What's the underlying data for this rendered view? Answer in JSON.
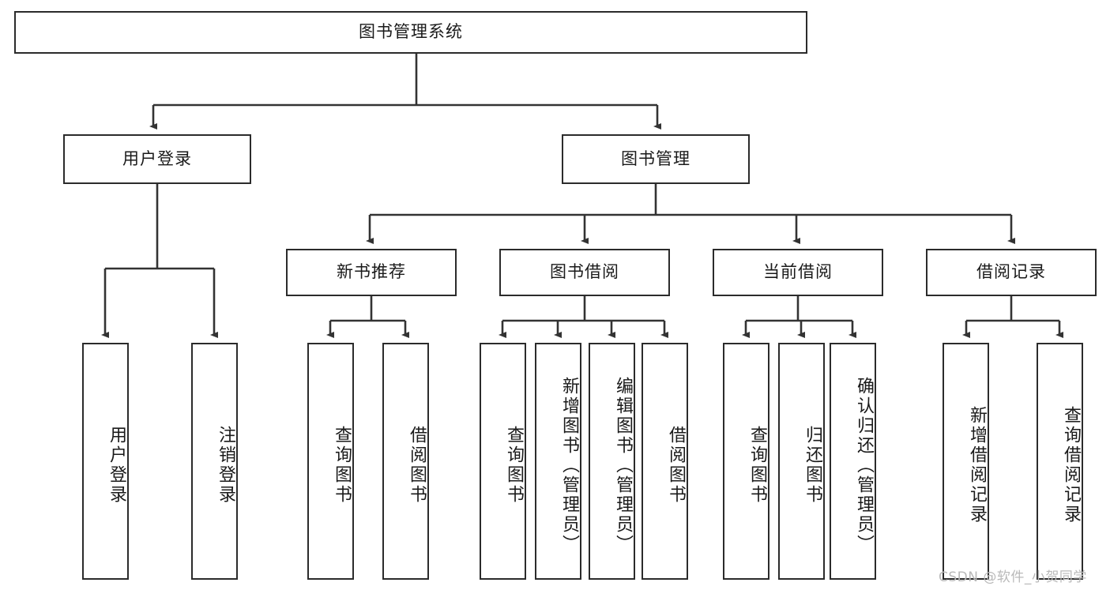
{
  "diagram": {
    "type": "hierarchy-tree",
    "title": "图书管理系统",
    "watermark": "CSDN @软件_小贺同学",
    "colors": {
      "box_border": "#2b2b2b",
      "box_fill": "#ffffff",
      "connector": "#333333",
      "text": "#1a1a1a",
      "watermark": "#b9b9b9"
    },
    "levels": {
      "root": "图书管理系统",
      "level1": [
        "用户登录",
        "图书管理"
      ],
      "level2": [
        "新书推荐",
        "图书借阅",
        "当前借阅",
        "借阅记录"
      ]
    },
    "nodes": {
      "root": {
        "label": "图书管理系统"
      },
      "user_login": {
        "label": "用户登录"
      },
      "book_manage": {
        "label": "图书管理"
      },
      "new_book_rec": {
        "label": "新书推荐"
      },
      "book_borrow": {
        "label": "图书借阅"
      },
      "current_borrow": {
        "label": "当前借阅"
      },
      "borrow_record": {
        "label": "借阅记录"
      }
    },
    "leaves": {
      "user_login": [
        {
          "label": "用户登录"
        },
        {
          "label": "注销登录"
        }
      ],
      "new_book_rec": [
        {
          "label": "查询图书"
        },
        {
          "label": "借阅图书"
        }
      ],
      "book_borrow": [
        {
          "label": "查询图书"
        },
        {
          "label": "新增图书（管理员）"
        },
        {
          "label": "编辑图书（管理员）"
        },
        {
          "label": "借阅图书"
        }
      ],
      "current_borrow": [
        {
          "label": "查询图书"
        },
        {
          "label": "归还图书"
        },
        {
          "label": "确认归还（管理员）"
        }
      ],
      "borrow_record": [
        {
          "label": "新增借阅记录"
        },
        {
          "label": "查询借阅记录"
        }
      ]
    }
  }
}
